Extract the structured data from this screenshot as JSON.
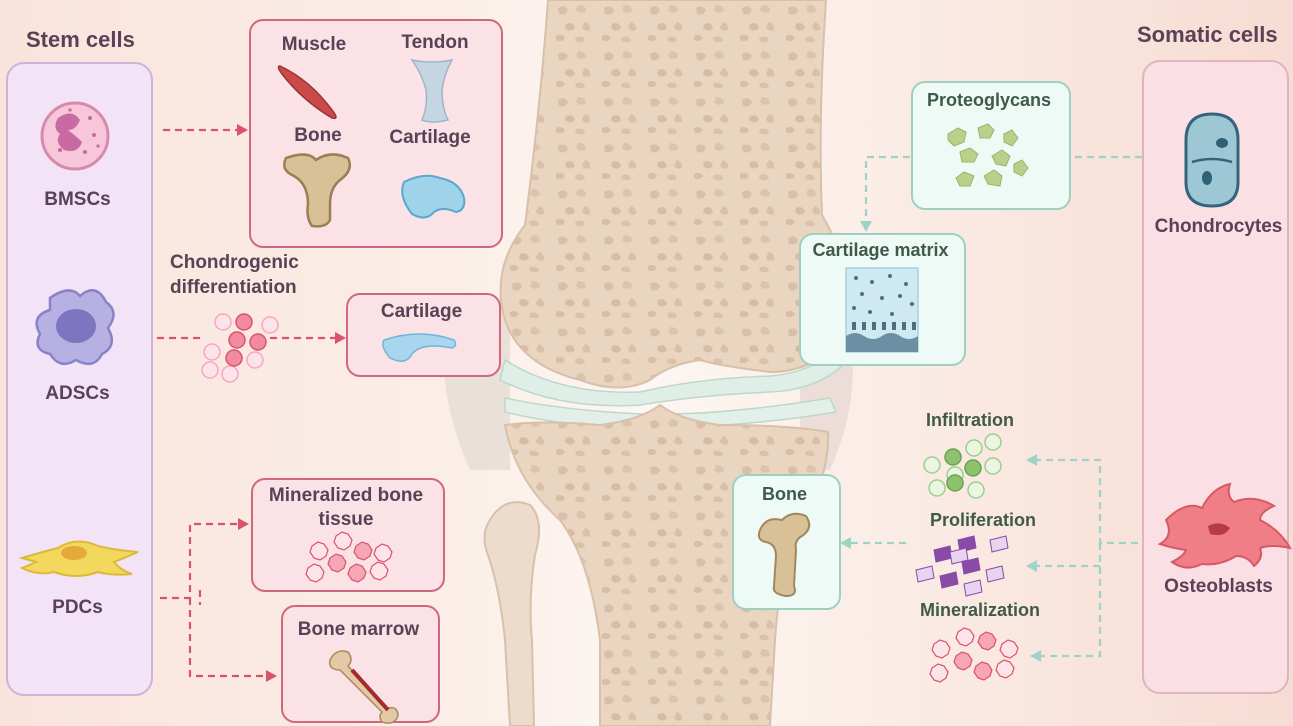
{
  "stem_cells": {
    "title": "Stem cells",
    "items": [
      {
        "label": "BMSCs"
      },
      {
        "label": "ADSCs"
      },
      {
        "label": "PDCs"
      }
    ]
  },
  "somatic_cells": {
    "title": "Somatic cells",
    "items": [
      {
        "label": "Chondrocytes"
      },
      {
        "label": "Osteoblasts"
      }
    ]
  },
  "bmsc_targets": {
    "muscle": "Muscle",
    "tendon": "Tendon",
    "bone": "Bone",
    "cartilage": "Cartilage"
  },
  "adsc": {
    "process": "Chondrogenic differentiation",
    "target": "Cartilage"
  },
  "pdc_targets": {
    "mineralized": "Mineralized bone tissue",
    "marrow": "Bone marrow"
  },
  "chondro_pathway": {
    "proteoglycans": "Proteoglycans",
    "matrix": "Cartilage matrix"
  },
  "osteo_pathway": {
    "infiltration": "Infiltration",
    "proliferation": "Proliferation",
    "mineralization": "Mineralization",
    "bone": "Bone"
  },
  "colors": {
    "stem_panel": "#f2e3f7",
    "somatic_panel": "#fadfe4",
    "pink_arrow": "#d9546a",
    "teal_arrow": "#9fd3c7",
    "bone": "#e8d2bd"
  }
}
